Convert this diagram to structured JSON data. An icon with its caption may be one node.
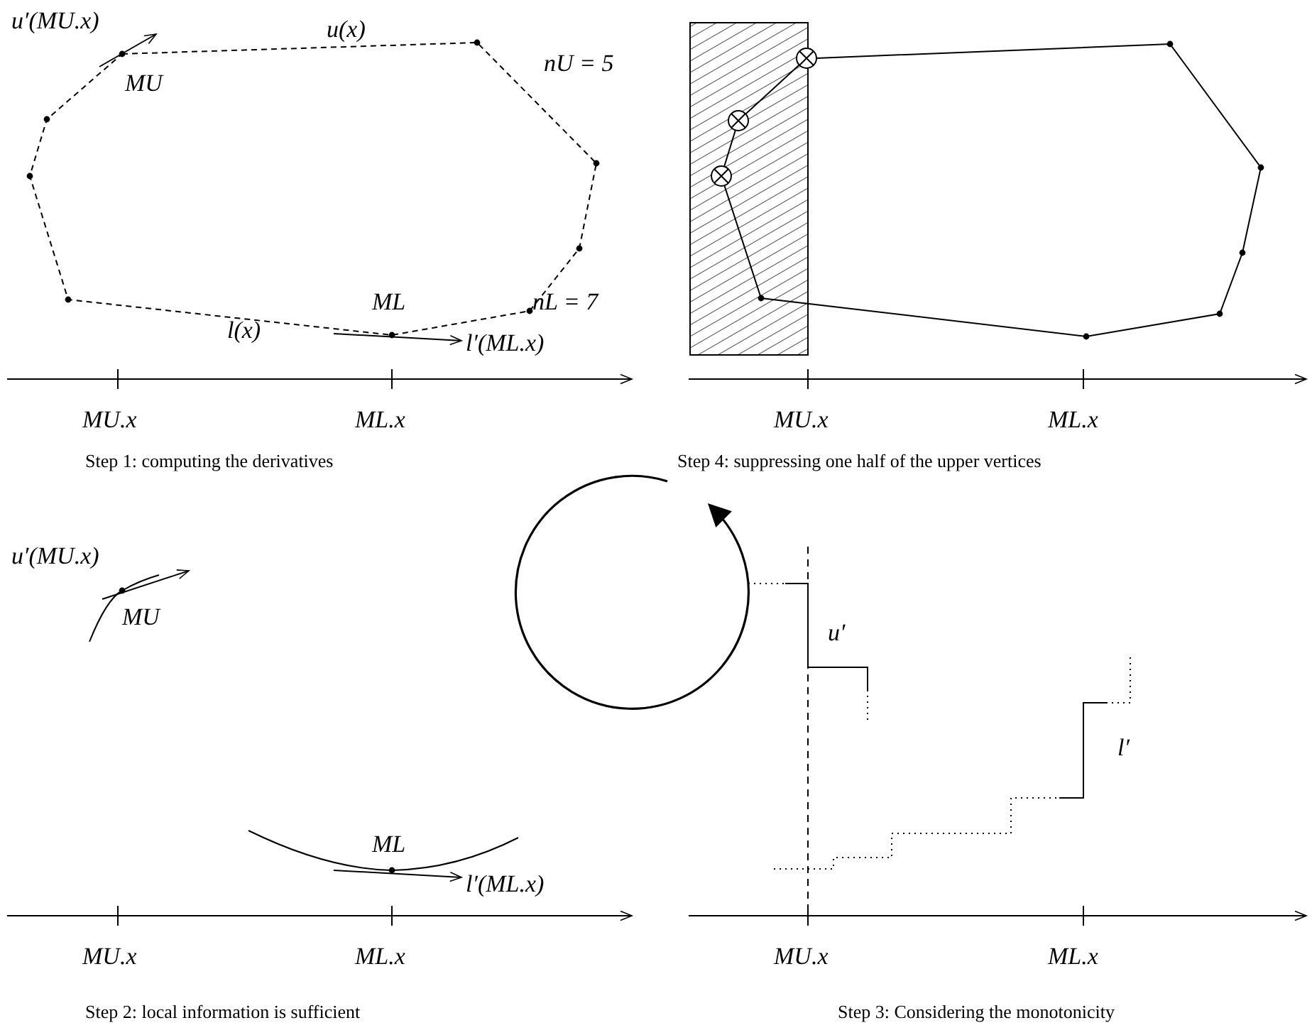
{
  "diagram": {
    "labels": [
      "u′(MU.x)",
      "u(x)",
      "MU",
      "nU = 5",
      "ML",
      "nL = 7",
      "l(x)",
      "l′(ML.x)",
      "MU.x",
      "ML.x",
      "Step 1: computing the derivatives",
      "MU.x",
      "ML.x",
      "Step 4: suppressing one half of the upper vertices",
      "u′(MU.x)",
      "MU",
      "ML",
      "l′(ML.x)",
      "MU.x",
      "ML.x",
      "Step 2: local information is sufficient",
      "u′",
      "l′",
      "MU.x",
      "ML.x",
      "Step 3: Considering the monotonicity"
    ]
  }
}
